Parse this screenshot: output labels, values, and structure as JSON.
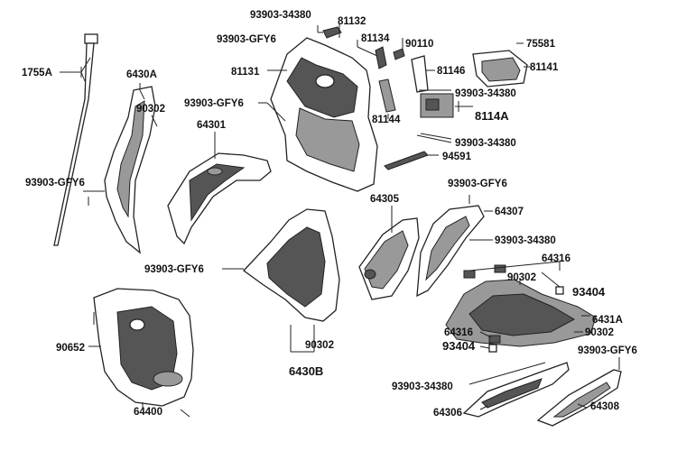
{
  "labels": {
    "l_93903_34380_top": "93903-34380",
    "l_81132": "81132",
    "l_93903_gfy6_top": "93903-GFY6",
    "l_81134": "81134",
    "l_90110": "90110",
    "l_75581": "75581",
    "l_81141": "81141",
    "l_81146": "81146",
    "l_81131": "81131",
    "l_1755a": "1755A",
    "l_6430a": "6430A",
    "l_90302_left": "90302",
    "l_93903_gfy6_mid": "93903-GFY6",
    "l_93903_34380_mid1": "93903-34380",
    "l_8114a": "8114A",
    "l_81144": "81144",
    "l_64301": "64301",
    "l_93903_34380_mid2": "93903-34380",
    "l_94591": "94591",
    "l_93903_gfy6_left": "93903-GFY6",
    "l_93903_gfy6_right": "93903-GFY6",
    "l_64307": "64307",
    "l_64305": "64305",
    "l_93903_34380_right": "93903-34380",
    "l_64316_top": "64316",
    "l_93903_gfy6_center": "93903-GFY6",
    "l_90302_right": "90302",
    "l_93404_top": "93404",
    "l_6431a": "6431A",
    "l_64316_bottom": "64316",
    "l_90302_bottom_right": "90302",
    "l_93404_bottom": "93404",
    "l_93903_gfy6_bottom_right": "93903-GFY6",
    "l_90652": "90652",
    "l_90302_center": "90302",
    "l_6430b": "6430B",
    "l_93903_34380_bottom": "93903-34380",
    "l_64400": "64400",
    "l_64306": "64306",
    "l_64308": "64308"
  }
}
